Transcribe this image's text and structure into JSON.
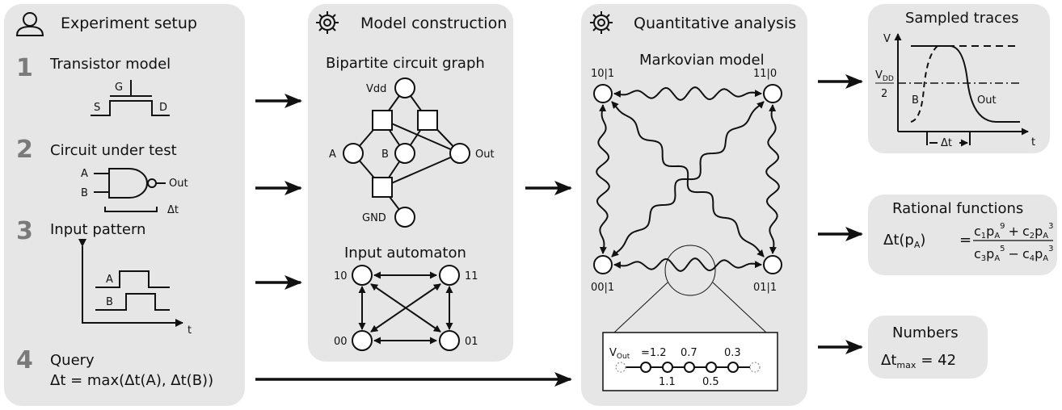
{
  "panels": {
    "setup": {
      "title": "Experiment setup",
      "icon": "person-icon",
      "steps": [
        {
          "num": "1",
          "label": "Transistor model",
          "pins": {
            "g": "G",
            "s": "S",
            "d": "D"
          }
        },
        {
          "num": "2",
          "label": "Circuit under test",
          "inputs": [
            "A",
            "B"
          ],
          "output": "Out",
          "delay": "Δt"
        },
        {
          "num": "3",
          "label": "Input pattern",
          "signals": [
            "A",
            "B"
          ],
          "time_axis": "t"
        },
        {
          "num": "4",
          "label": "Query",
          "formula": "Δt = max(Δt(A), Δt(B))"
        }
      ]
    },
    "model": {
      "title": "Model construction",
      "icon": "gear-icon",
      "graph": {
        "title": "Bipartite circuit graph",
        "nodes": {
          "vdd": "Vdd",
          "a": "A",
          "b": "B",
          "out": "Out",
          "gnd": "GND"
        }
      },
      "automaton": {
        "title": "Input automaton",
        "states": {
          "s10": "10",
          "s11": "11",
          "s00": "00",
          "s01": "01"
        }
      }
    },
    "analysis": {
      "title": "Quantitative analysis",
      "icon": "gear-icon",
      "markov": {
        "title": "Markovian model",
        "states": {
          "tl": "10|1",
          "tr": "11|0",
          "bl": "00|1",
          "br": "01|1"
        }
      },
      "zoom": {
        "v_label": "V",
        "v_sub": "Out",
        "values_top": [
          "=1.2",
          "0.7",
          "0.3"
        ],
        "values_bottom": [
          "1.1",
          "0.5"
        ]
      }
    },
    "outputs": {
      "traces": {
        "title": "Sampled traces",
        "y_axis": "V",
        "x_axis": "t",
        "vdd_main": "V",
        "vdd_sub": "DD",
        "vdd_den": "2",
        "b_label": "B",
        "out_label": "Out",
        "delta": "Δt"
      },
      "rational": {
        "title": "Rational functions",
        "lhs": "Δt(p",
        "lhs_sub": "A",
        "lhs_close": ")",
        "eq": "=",
        "num": {
          "c1": "c",
          "c1s": "1",
          "p": "p",
          "ps": "A",
          "e1": "9",
          "plus": "+",
          "c2": "c",
          "c2s": "2",
          "e2": "3"
        },
        "den": {
          "c3": "c",
          "c3s": "3",
          "p": "p",
          "ps": "A",
          "e1": "5",
          "minus": "−",
          "c4": "c",
          "c4s": "4",
          "e2": "3"
        }
      },
      "numbers": {
        "title": "Numbers",
        "lhs": "Δt",
        "lhs_sub": "max",
        "rhs": "= 42"
      }
    }
  }
}
